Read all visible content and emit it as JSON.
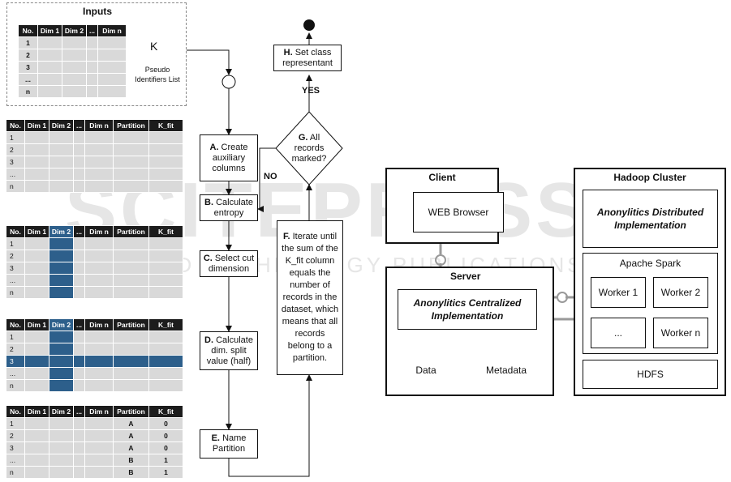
{
  "watermark": {
    "main": "SCITEPRESS",
    "sub": "SCIENCE AND TECHNOLOGY PUBLICATIONS"
  },
  "inputs": {
    "title": "Inputs",
    "columns": [
      "No.",
      "Dim 1",
      "Dim 2",
      "...",
      "Dim n"
    ],
    "rows": [
      "1",
      "2",
      "3",
      "...",
      "n"
    ],
    "k_label": "K",
    "pseudo_label": "Pseudo Identifiers List"
  },
  "table_columns": [
    "No.",
    "Dim 1",
    "Dim 2",
    "...",
    "Dim n",
    "Partition",
    "K_fit"
  ],
  "table_rows": [
    "1",
    "2",
    "3",
    "...",
    "n"
  ],
  "final_table": {
    "partition": [
      "A",
      "A",
      "A",
      "B",
      "B"
    ],
    "k_fit": [
      "0",
      "0",
      "0",
      "1",
      "1"
    ]
  },
  "steps": {
    "a": {
      "letter": "A.",
      "text": "Create auxiliary columns"
    },
    "b": {
      "letter": "B.",
      "text": "Calculate entropy"
    },
    "c": {
      "letter": "C.",
      "text": "Select cut dimension"
    },
    "d": {
      "letter": "D.",
      "text": "Calculate dim. split value (half)"
    },
    "e": {
      "letter": "E.",
      "text": "Name Partition"
    },
    "f": {
      "letter": "F.",
      "text": "Iterate until the sum of the K_fit column equals the number of records in the dataset, which means that all records belong to a partition."
    },
    "g": {
      "letter": "G.",
      "text": "All records marked?"
    },
    "h": {
      "letter": "H.",
      "text": "Set class representant"
    }
  },
  "labels": {
    "no": "NO",
    "yes": "YES"
  },
  "architecture": {
    "client": {
      "title": "Client",
      "browser": "WEB Browser"
    },
    "server": {
      "title": "Server",
      "impl": "Anonylitics Centralized Implementation",
      "data": "Data",
      "metadata": "Metadata"
    },
    "hadoop": {
      "title": "Hadoop Cluster",
      "impl": "Anonylitics Distributed Implementation",
      "spark": "Apache Spark",
      "workers": [
        "Worker 1",
        "Worker 2",
        "...",
        "Worker n"
      ],
      "hdfs": "HDFS"
    }
  }
}
